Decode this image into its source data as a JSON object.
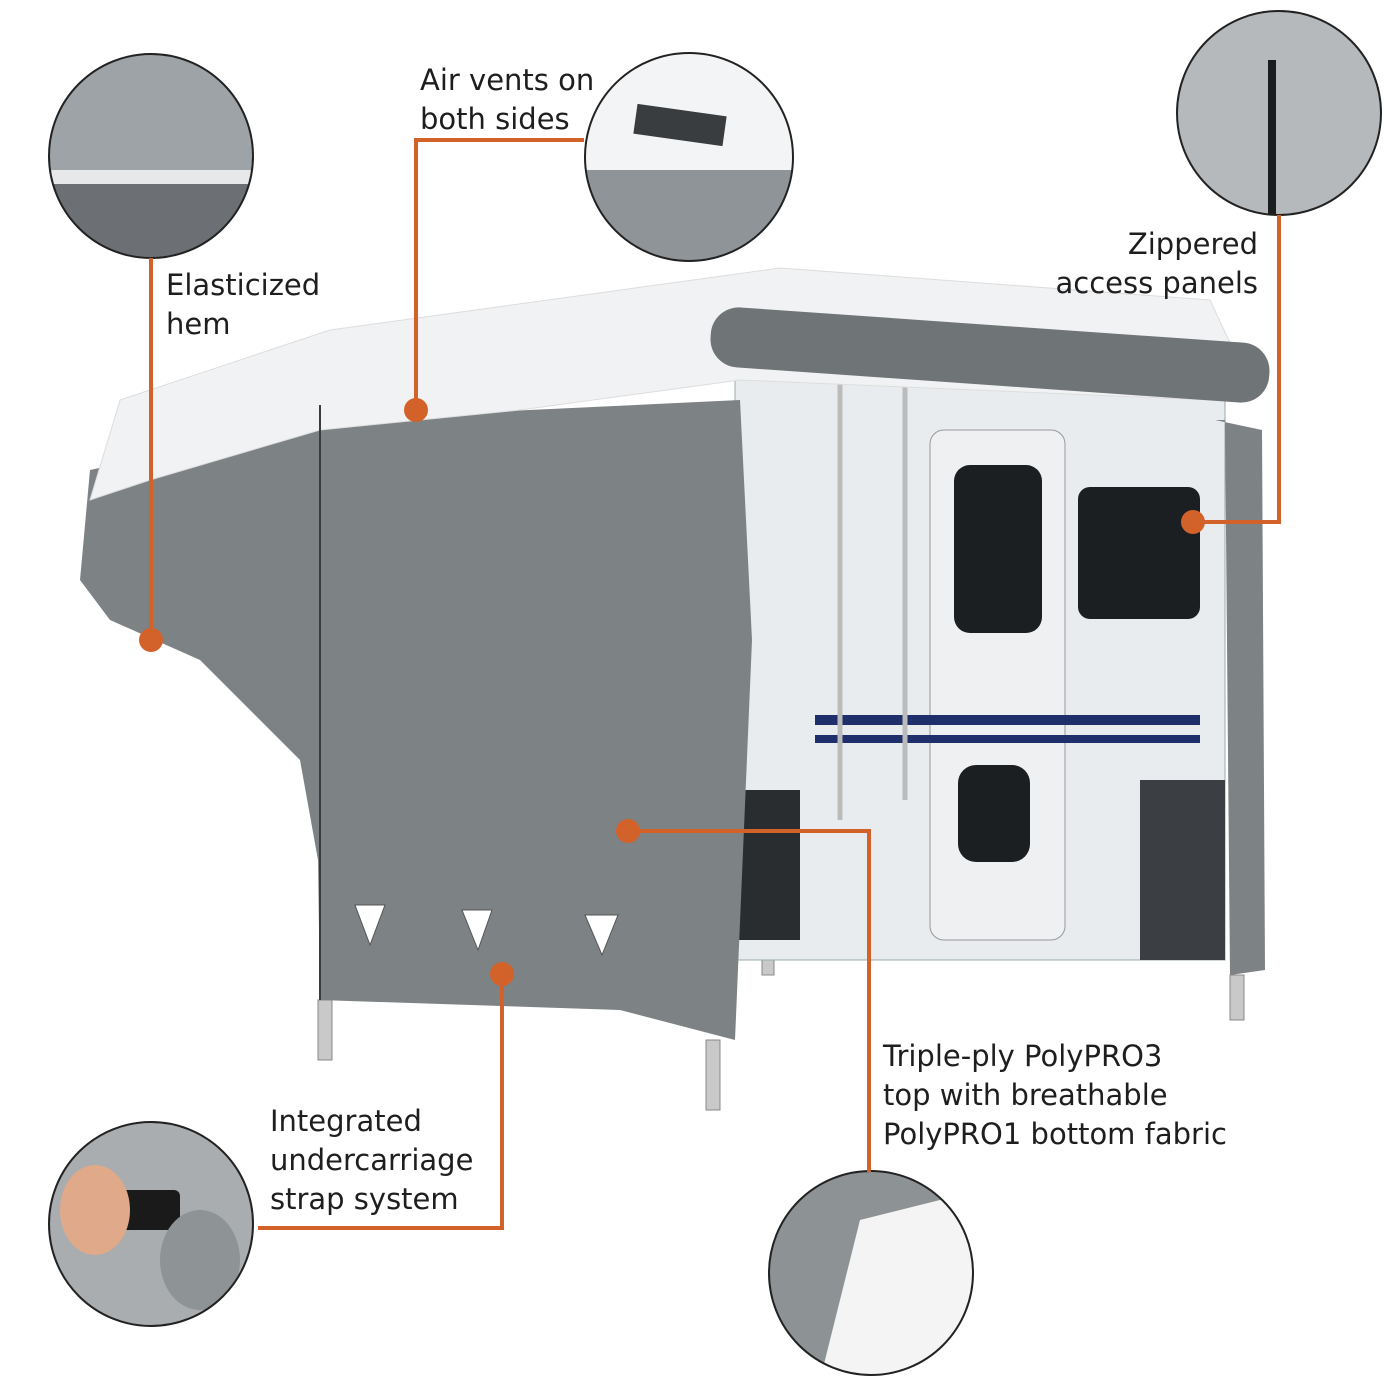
{
  "colors": {
    "accent": "#d2622a",
    "cover_gray": "#7d8284",
    "cover_white": "#f1f2f3",
    "camper_white": "#e9ecef",
    "stripe_navy": "#1f2f6b"
  },
  "callouts": {
    "air_vents": {
      "lines": [
        "Air vents on",
        "both sides"
      ]
    },
    "elasticized_hem": {
      "lines": [
        "Elasticized",
        "hem"
      ]
    },
    "zippered_panels": {
      "lines": [
        "Zippered",
        "access panels"
      ]
    },
    "fabric": {
      "lines": [
        "Triple-ply PolyPRO3",
        "top with breathable",
        "PolyPRO1 bottom fabric"
      ]
    },
    "strap_system": {
      "lines": [
        "Integrated",
        "undercarriage",
        "strap system"
      ]
    }
  }
}
